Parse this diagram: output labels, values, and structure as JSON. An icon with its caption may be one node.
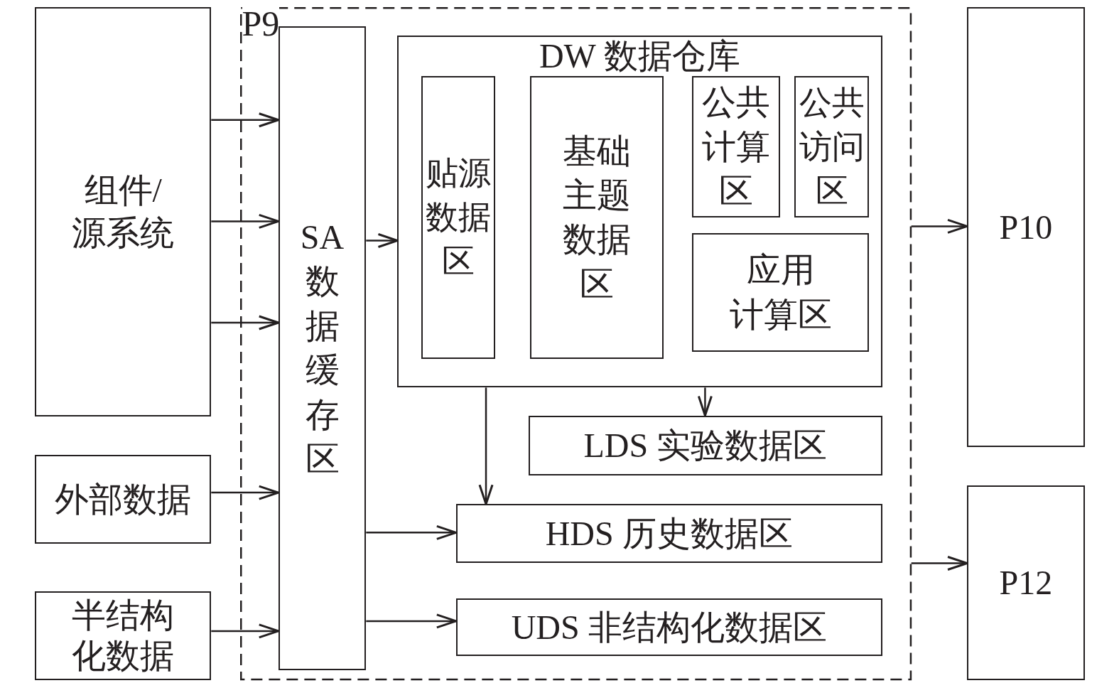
{
  "diagram": {
    "nodes": [
      {
        "text": [
          "组件/源系统"
        ]
      },
      {
        "text": [
          "外部数据"
        ]
      },
      {
        "text": [
          "半结构化数据"
        ]
      },
      {
        "text": [
          "P9"
        ]
      },
      {
        "text": [
          "SA 数据缓存区"
        ],
        "in": 3
      },
      {
        "text": [
          "DW 数据仓库"
        ],
        "in": 3
      },
      {
        "text": [
          "贴源数据区"
        ],
        "in": 5
      },
      {
        "text": [
          "基础主题数据区"
        ],
        "in": 5
      },
      {
        "text": [
          "公共计算区"
        ],
        "in": 5
      },
      {
        "text": [
          "公共访问区"
        ],
        "in": 5
      },
      {
        "text": [
          "应用计算区"
        ],
        "in": 5
      },
      {
        "text": [
          "LDS 实验数据区"
        ],
        "in": 3
      },
      {
        "text": [
          "HDS 历史数据区"
        ],
        "in": 3
      },
      {
        "text": [
          "UDS 非结构化数据区"
        ],
        "in": 3
      },
      {
        "text": [
          "P10"
        ]
      },
      {
        "text": [
          "P12"
        ]
      }
    ],
    "edges": [
      {
        "from": 0,
        "to": 4,
        "arrow": "to"
      },
      {
        "from": 0,
        "to": 4,
        "arrow": "to"
      },
      {
        "from": 0,
        "to": 4,
        "arrow": "to"
      },
      {
        "from": 1,
        "to": 4,
        "arrow": "to"
      },
      {
        "from": 2,
        "to": 4,
        "arrow": "to"
      },
      {
        "from": 4,
        "to": 5,
        "arrow": "to"
      },
      {
        "from": 5,
        "to": 11,
        "arrow": "to"
      },
      {
        "from": 5,
        "to": 12,
        "arrow": "to"
      },
      {
        "from": 4,
        "to": 12,
        "arrow": "to"
      },
      {
        "from": 4,
        "to": 13,
        "arrow": "to"
      },
      {
        "from": 3,
        "to": 14,
        "arrow": "to"
      },
      {
        "from": 3,
        "to": 15,
        "arrow": "to"
      }
    ]
  }
}
